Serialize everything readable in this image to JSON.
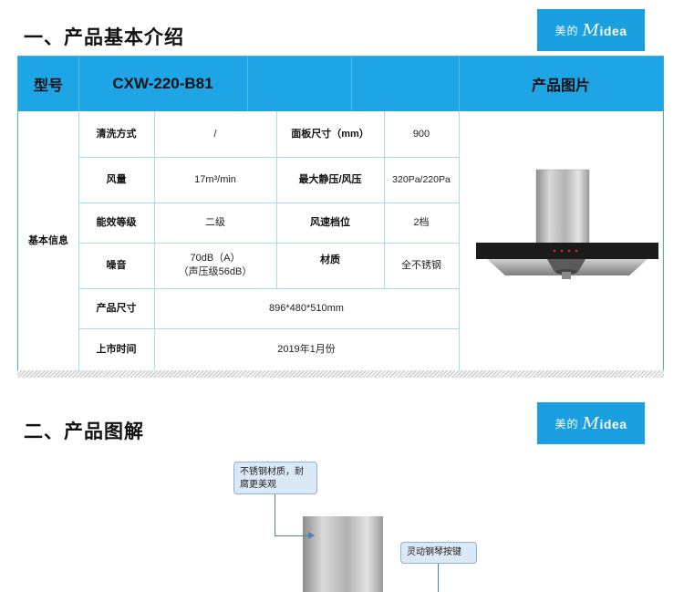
{
  "section1": {
    "title": "一、产品基本介绍"
  },
  "section2": {
    "title": "二、产品图解"
  },
  "brand": {
    "cn": "美的",
    "en_m": "M",
    "en_rest": "idea",
    "color": "#1aa0e0"
  },
  "header": {
    "model_label": "型号",
    "model_value": "CXW-220-B81",
    "image_label": "产品图片",
    "bar_color": "#1ea5e6"
  },
  "table": {
    "group_label": "基本信息",
    "rows": [
      {
        "l1": "清洗方式",
        "v1": "/",
        "l2": "面板尺寸（mm）",
        "v2": "900"
      },
      {
        "l1": "风量",
        "v1": "17m³/min",
        "l2": "最大静压/风压",
        "v2": "320Pa/220Pa"
      },
      {
        "l1": "能效等级",
        "v1": "二级",
        "l2": "风速档位",
        "v2": "2档"
      },
      {
        "l1": "噪音",
        "v1a": "70dB（A）",
        "v1b": "（声压级56dB）",
        "l2": "材质",
        "v2": "全不锈钢"
      },
      {
        "l1": "产品尺寸",
        "v": "896*480*510mm"
      },
      {
        "l1": "上市时间",
        "v": "2019年1月份"
      }
    ]
  },
  "diagram": {
    "callout1_line1": "不锈钢材质，耐",
    "callout1_line2": "腐更美观",
    "callout2": "灵动钢琴按键"
  }
}
